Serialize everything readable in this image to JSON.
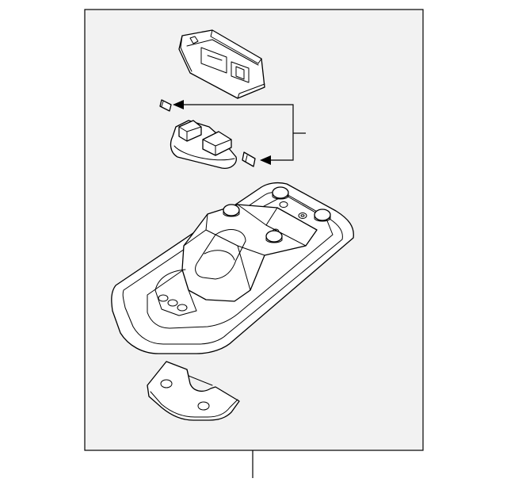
{
  "diagram": {
    "parts": [
      {
        "id": "lamp-housing",
        "kind": "housing"
      },
      {
        "id": "switch-module",
        "kind": "switch"
      },
      {
        "id": "lens",
        "kind": "lens"
      },
      {
        "id": "bulb-left",
        "kind": "bulb"
      },
      {
        "id": "bulb-right",
        "kind": "bulb"
      },
      {
        "id": "bracket",
        "kind": "bracket"
      }
    ],
    "colors": {
      "background": "#f2f2f2",
      "line": "#000000",
      "part_fill": "#ffffff"
    }
  }
}
